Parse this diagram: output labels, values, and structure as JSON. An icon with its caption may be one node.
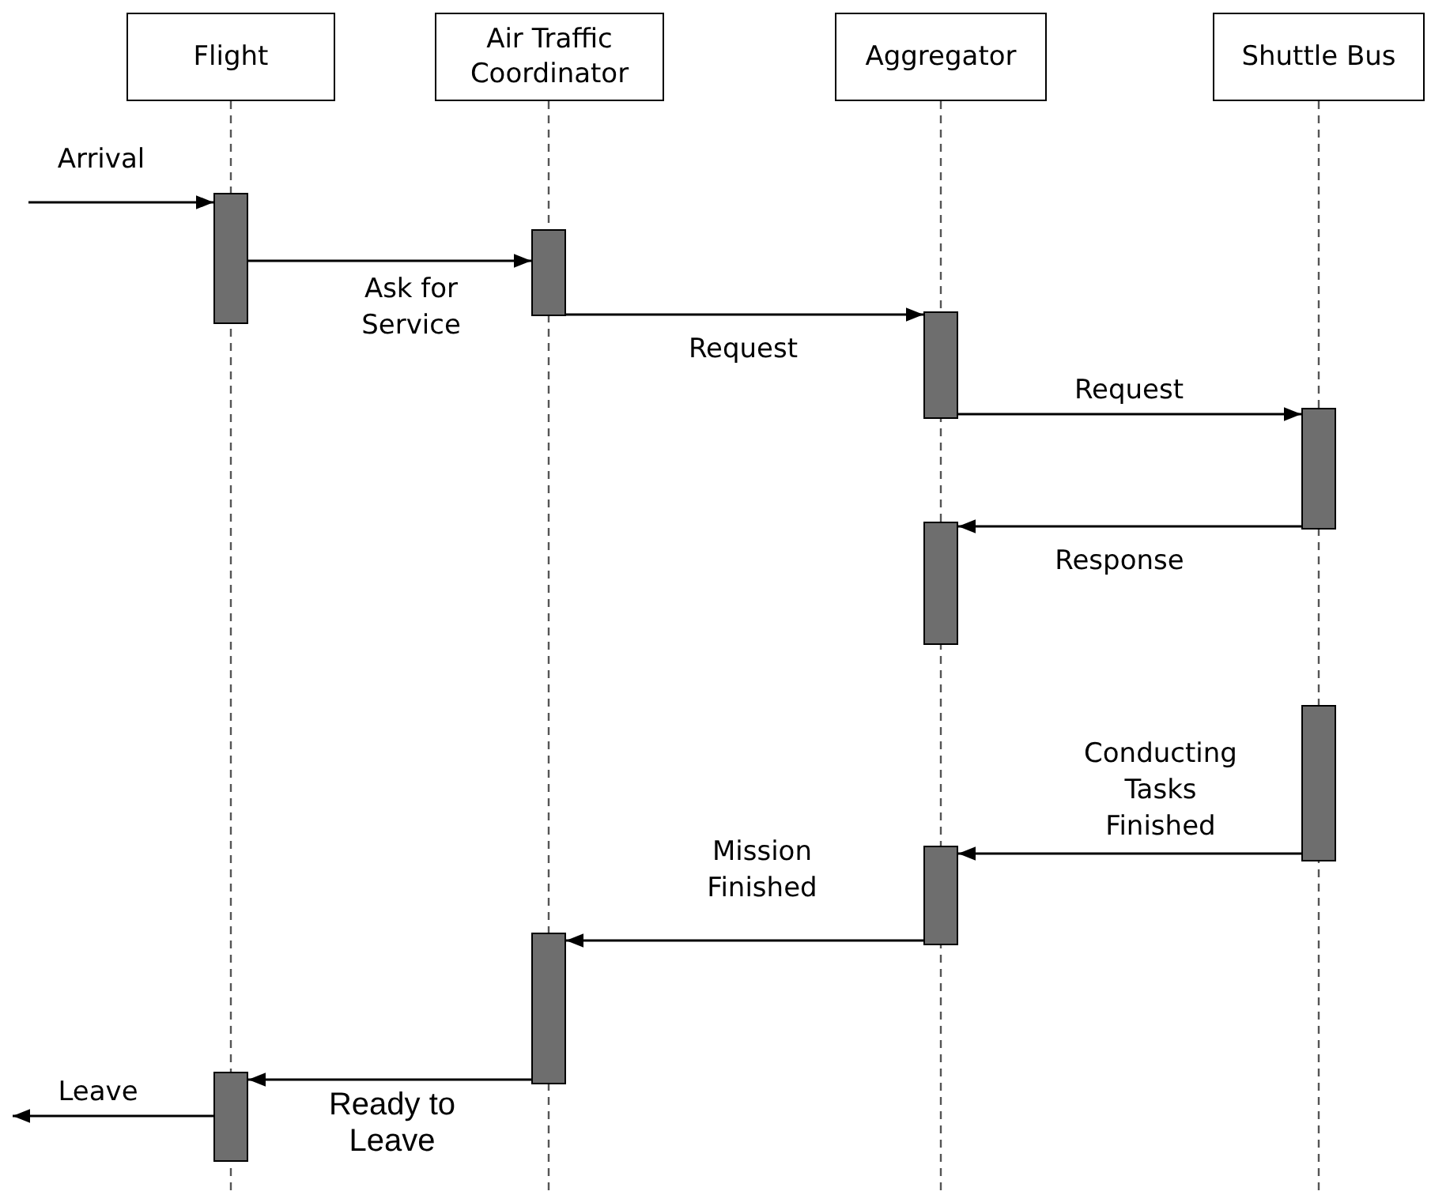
{
  "diagram": {
    "nodes": [
      {
        "text": [
          "Flight"
        ]
      },
      {
        "text": [
          "Air Traffic Coordinator"
        ]
      },
      {
        "text": [
          "Aggregator"
        ]
      },
      {
        "text": [
          "Shuttle Bus"
        ]
      },
      {
        "text": [],
        "shape": "bar"
      },
      {
        "text": [],
        "shape": "bar"
      },
      {
        "text": [],
        "shape": "bar"
      },
      {
        "text": [],
        "shape": "bar"
      },
      {
        "text": [],
        "shape": "bar"
      },
      {
        "text": [],
        "shape": "bar"
      },
      {
        "text": [],
        "shape": "bar"
      },
      {
        "text": [],
        "shape": "bar"
      },
      {
        "text": [],
        "shape": "bar"
      }
    ],
    "edges": [
      {
        "from": null,
        "to": 4,
        "arrow": "to",
        "label": "Arrival"
      },
      {
        "from": 4,
        "to": 5,
        "arrow": "to",
        "label": "Ask for Service"
      },
      {
        "from": 5,
        "to": 6,
        "arrow": "to",
        "label": "Request"
      },
      {
        "from": 6,
        "to": 7,
        "arrow": "to",
        "label": "Request"
      },
      {
        "from": 7,
        "to": 8,
        "arrow": "to",
        "label": "Response"
      },
      {
        "from": 9,
        "to": 10,
        "arrow": "to",
        "label": "Conducting Tasks Finished"
      },
      {
        "from": 10,
        "to": 11,
        "arrow": "to",
        "label": "Mission Finished"
      },
      {
        "from": 11,
        "to": 12,
        "arrow": "to",
        "label": "Ready to Leave"
      },
      {
        "from": 12,
        "to": null,
        "arrow": "to",
        "label": "Leave"
      }
    ]
  }
}
